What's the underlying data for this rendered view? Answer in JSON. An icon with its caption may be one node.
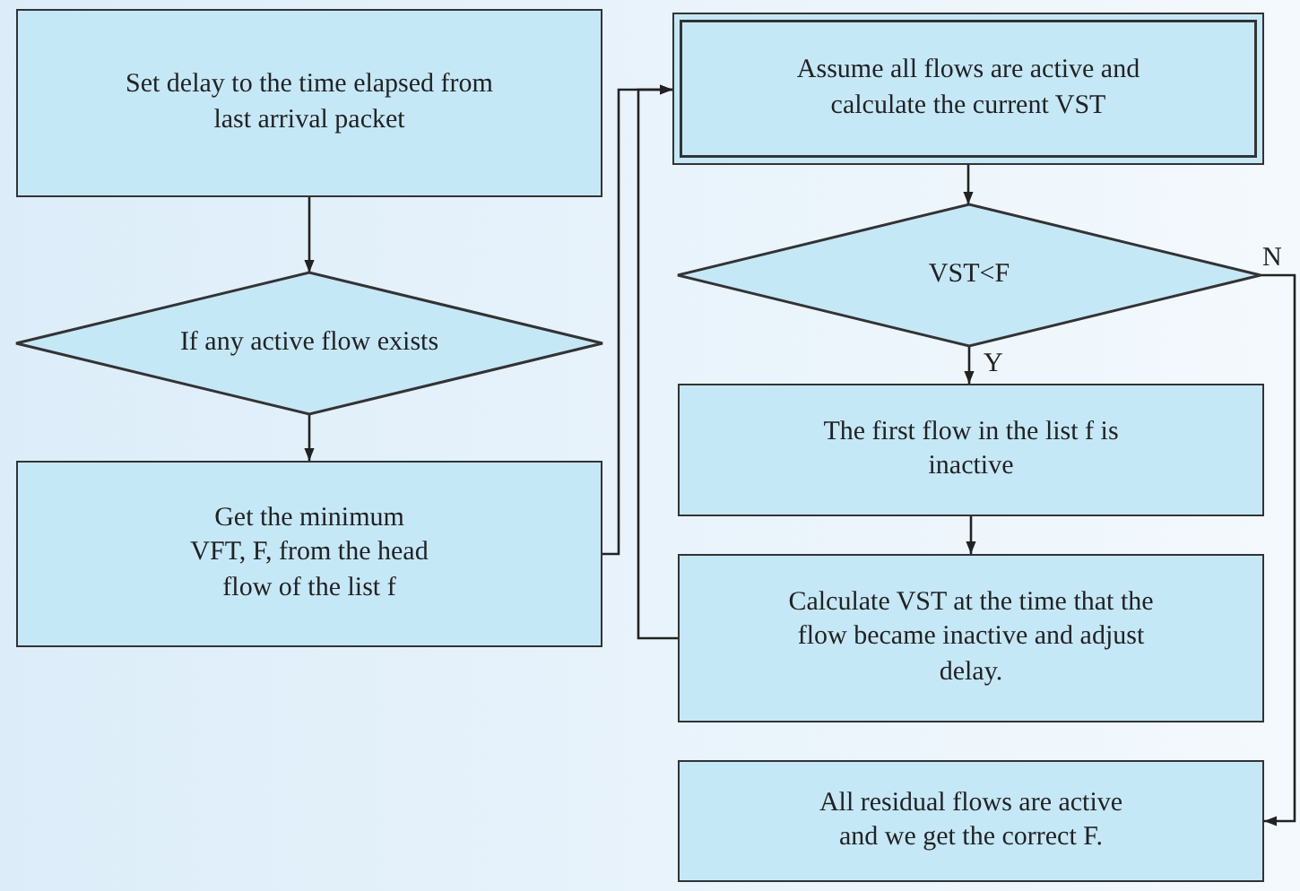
{
  "diagram": {
    "nodes": [
      {
        "text": [
          "Set delay to the time elapsed from last arrival packet"
        ]
      },
      {
        "text": [
          "If any active flow exists"
        ]
      },
      {
        "text": [
          "Get the minimum VFT, F, from the head flow of the list f"
        ]
      },
      {
        "text": [
          "Assume all flows are active and calculate the current VST"
        ]
      },
      {
        "text": [
          "VST<F"
        ]
      },
      {
        "text": [
          "The first flow in the list f is inactive"
        ]
      },
      {
        "text": [
          "Calculate VST at the time that the flow became inactive and adjust delay."
        ]
      },
      {
        "text": [
          "All residual flows are active and we get the correct F."
        ]
      }
    ],
    "edges": [
      {
        "from": 0,
        "to": 1,
        "arrow": "to"
      },
      {
        "from": 1,
        "to": 2,
        "arrow": "to"
      },
      {
        "from": 2,
        "to": 3,
        "arrow": "to"
      },
      {
        "from": 3,
        "to": 4,
        "arrow": "to"
      },
      {
        "from": 4,
        "to": 5,
        "arrow": "to",
        "label": "Y"
      },
      {
        "from": 4,
        "to": 7,
        "arrow": "to",
        "label": "N"
      },
      {
        "from": 5,
        "to": 6,
        "arrow": "to"
      },
      {
        "from": 6,
        "to": 3,
        "arrow": "to"
      }
    ]
  }
}
